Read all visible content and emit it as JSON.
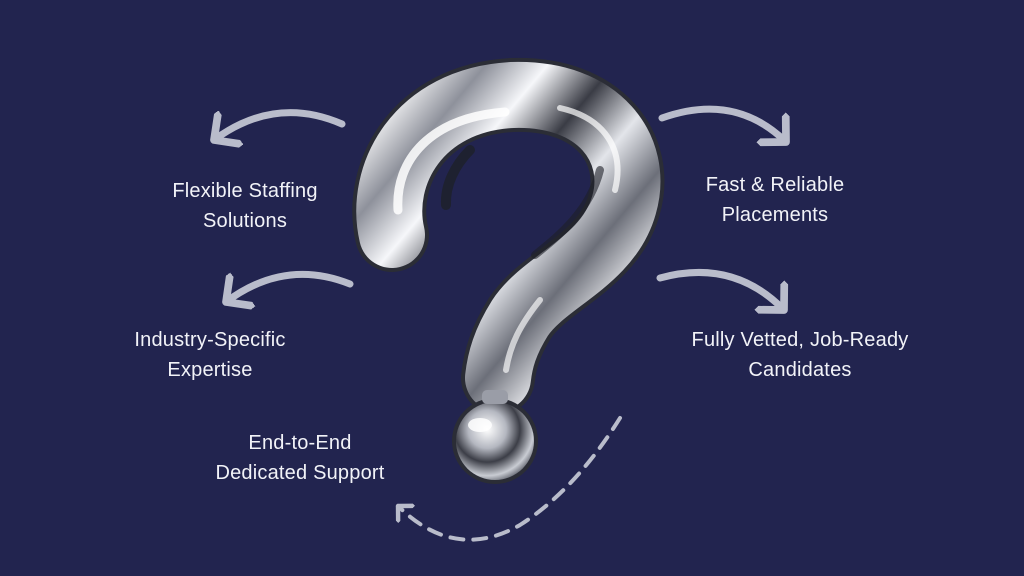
{
  "colors": {
    "background": "#22244f",
    "text": "#f2f3f8",
    "arrow": "#b9bccb",
    "chrome_light": "#f4f5f8",
    "chrome_mid": "#a9acb5",
    "chrome_dark": "#2b2d36"
  },
  "icons": {
    "centerpiece": "chrome-question-mark-icon",
    "arrows": "curved-arrow-icon"
  },
  "features": {
    "flexible": {
      "line1": "Flexible Staffing",
      "line2": "Solutions"
    },
    "industry": {
      "line1": "Industry-Specific",
      "line2": "Expertise"
    },
    "support": {
      "line1": "End-to-End",
      "line2": "Dedicated Support"
    },
    "fast": {
      "line1": "Fast & Reliable",
      "line2": "Placements"
    },
    "vetted": {
      "line1": "Fully Vetted, Job-Ready",
      "line2": "Candidates"
    }
  }
}
